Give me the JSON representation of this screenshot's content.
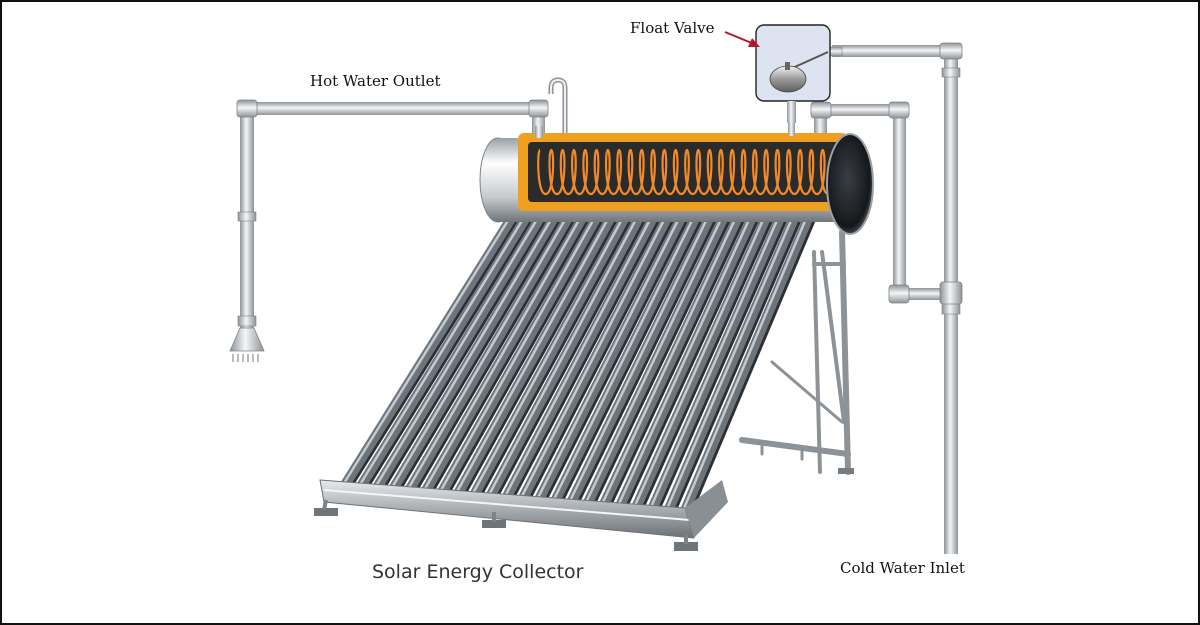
{
  "labels": {
    "float_valve": "Float Valve",
    "hot_water_outlet": "Hot Water Outlet",
    "cold_water_inlet": "Cold Water Inlet",
    "solar_energy_collector": "Solar Energy Collector"
  },
  "colors": {
    "pipe": "#c9ccd0",
    "pipe_edge": "#8e9397",
    "tank_insulation": "#f0a020",
    "coil": "#f08a2a",
    "tank_interior": "#2b2b2b",
    "steel": "#b8bcc0",
    "valve_box": "#dde3f0",
    "arrow": "#b2182b"
  },
  "collector": {
    "tube_count": 22
  }
}
